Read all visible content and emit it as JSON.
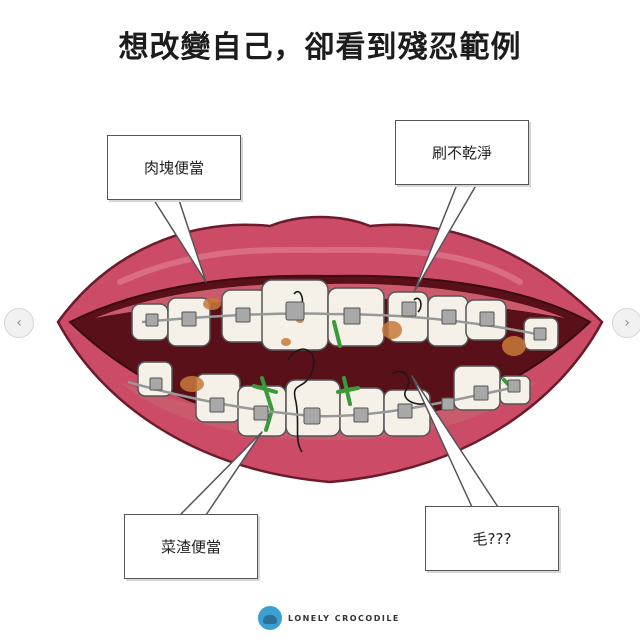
{
  "title": "想改變自己，卻看到殘忍範例",
  "callouts": {
    "meat": "肉塊便當",
    "brush": "刷不乾淨",
    "veg": "菜渣便當",
    "hair": "毛???"
  },
  "logo": {
    "text": "LONELY CROCODILE"
  },
  "nav": {
    "prev": "‹",
    "next": "›"
  },
  "colors": {
    "lip": "#cc4b66",
    "lip_dark": "#9c2d45",
    "mouth": "#5a1019",
    "gum": "#c95b6d",
    "tooth": "#f6f1e8",
    "bracket": "#a8a8a8",
    "food_meat": "#c87a3a",
    "food_veg": "#3a9a3a"
  }
}
